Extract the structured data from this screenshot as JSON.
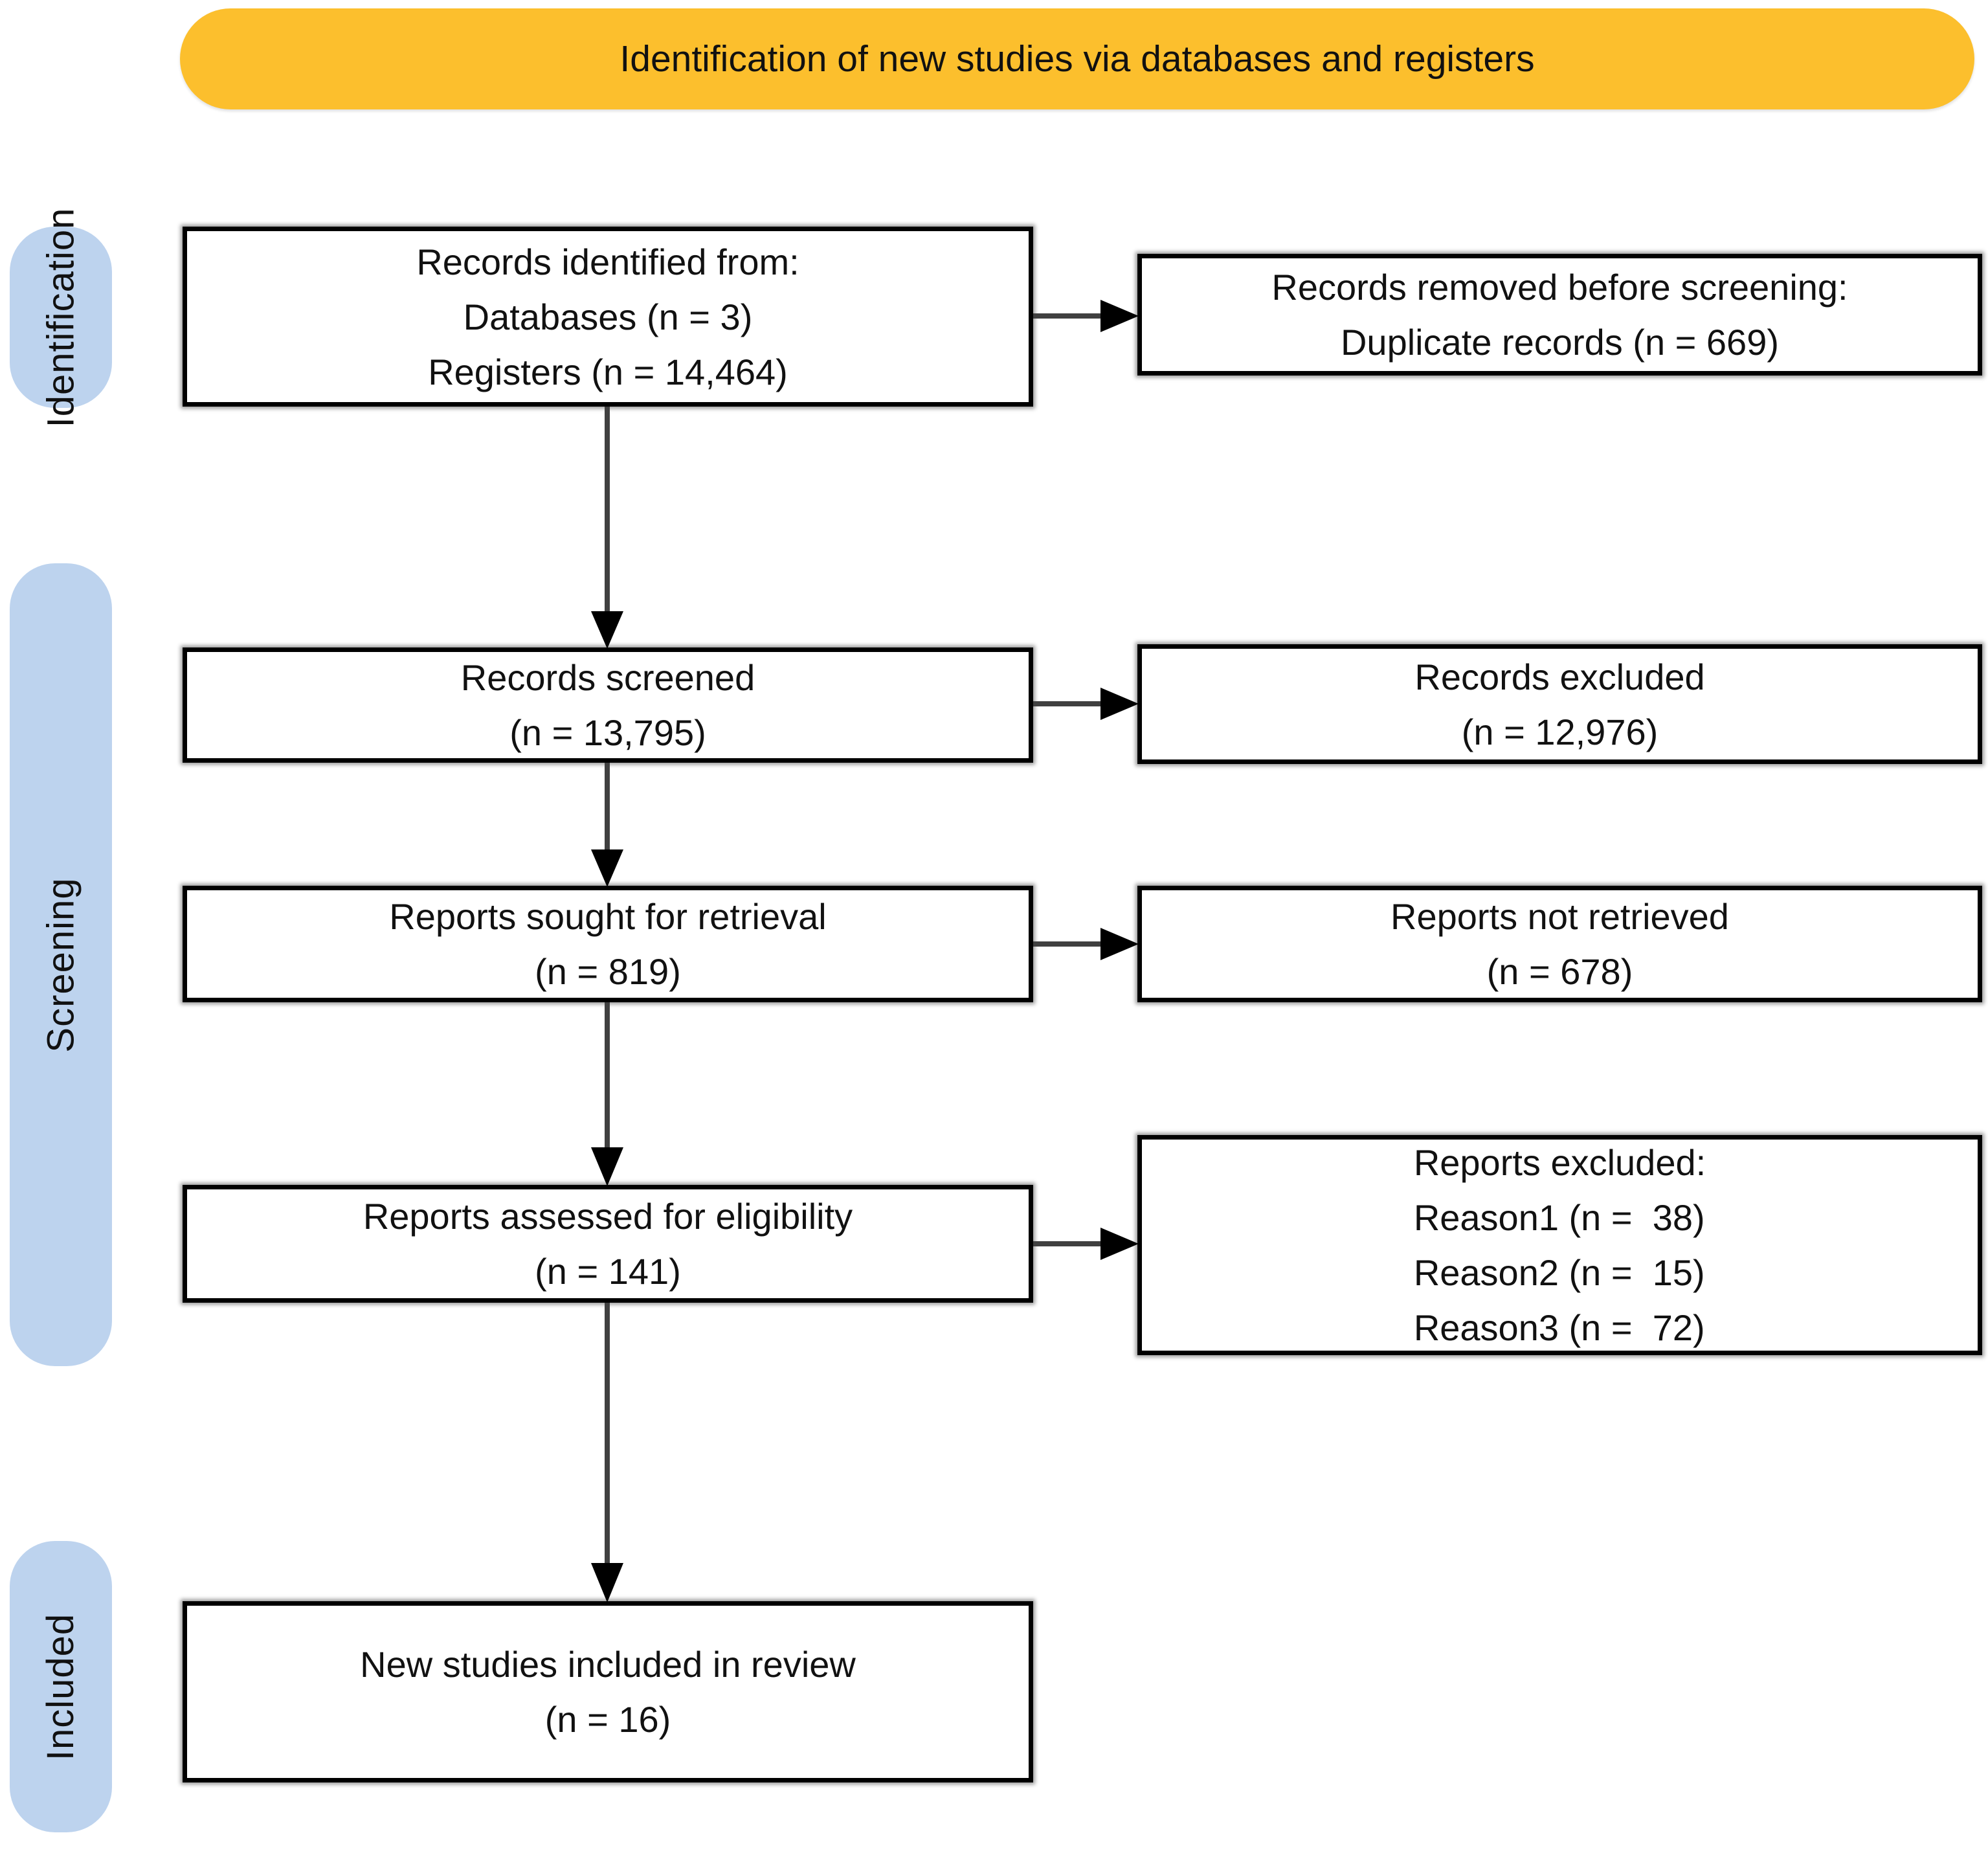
{
  "diagram_type": "PRISMA flow diagram",
  "colors": {
    "page_bg": "#FFFFFF",
    "banner_bg": "#FCBF2D",
    "stage_bg": "#BDD3EE",
    "box_border": "#000000",
    "arrow_line": "#404040",
    "arrow_head": "#000000",
    "text": "#111111"
  },
  "banner": {
    "title": "Identification of new studies via databases and registers"
  },
  "stages": [
    {
      "label": "Identification"
    },
    {
      "label": "Screening"
    },
    {
      "label": "Included"
    }
  ],
  "boxes": {
    "records_identified": {
      "lines": [
        "Records identified from:",
        "Databases (n = 3)",
        "Registers (n = 14,464)"
      ]
    },
    "records_removed": {
      "lines": [
        "Records removed before screening:",
        "Duplicate records (n = 669)"
      ]
    },
    "records_screened": {
      "lines": [
        "Records screened",
        "(n = 13,795)"
      ]
    },
    "records_excluded": {
      "lines": [
        "Records excluded",
        "(n = 12,976)"
      ]
    },
    "reports_sought": {
      "lines": [
        "Reports sought for retrieval",
        "(n = 819)"
      ]
    },
    "reports_not_retrieved": {
      "lines": [
        "Reports not retrieved",
        "(n = 678)"
      ]
    },
    "reports_assessed": {
      "lines": [
        "Reports assessed for eligibility",
        "(n = 141)"
      ]
    },
    "reports_excluded": {
      "lines": [
        "Reports excluded:",
        "Reason1 (n =  38)",
        "Reason2 (n =  15)",
        "Reason3 (n =  72)"
      ]
    },
    "new_studies_included": {
      "lines": [
        "New studies included in review",
        "(n = 16)"
      ]
    }
  }
}
